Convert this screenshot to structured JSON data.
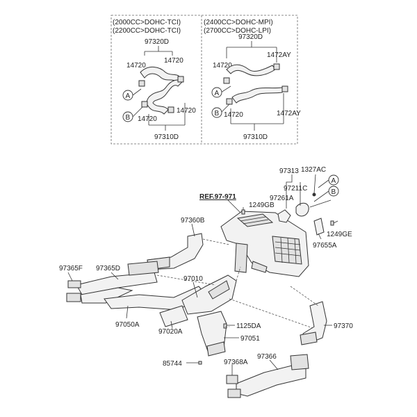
{
  "inset": {
    "left": {
      "header_1": "(2000CC>DOHC-TCI)",
      "header_2": "(2200CC>DOHC-TCI)",
      "top_part": "97320D",
      "clamp_upper_left": "14720",
      "clamp_upper_right": "14720",
      "clamp_lower_right": "14720",
      "clamp_lower_left": "14720",
      "bottom_part": "97310D",
      "callout_a": "A",
      "callout_b": "B"
    },
    "right": {
      "header_1": "(2400CC>DOHC-MPI)",
      "header_2": "(2700CC>DOHC-LPI)",
      "top_part": "97320D",
      "clamp_upper_left": "14720",
      "clamp_upper_right": "1472AY",
      "clamp_lower_right": "1472AY",
      "clamp_lower_left": "14720",
      "bottom_part": "97310D",
      "callout_a": "A",
      "callout_b": "B"
    }
  },
  "main": {
    "ref": "REF.97-971",
    "parts": {
      "p97313": "97313",
      "p1327AC": "1327AC",
      "p97211C": "97211C",
      "p97261A": "97261A",
      "p1249GB": "1249GB",
      "p97655A": "97655A",
      "p1249GE": "1249GE",
      "p97360B": "97360B",
      "p97365F": "97365F",
      "p97365D": "97365D",
      "p97010": "97010",
      "p97050A": "97050A",
      "p97020A": "97020A",
      "p1125DA": "1125DA",
      "p97051": "97051",
      "p97370": "97370",
      "p85744": "85744",
      "p97368A": "97368A",
      "p97366": "97366"
    },
    "callout_a": "A",
    "callout_b": "B"
  }
}
